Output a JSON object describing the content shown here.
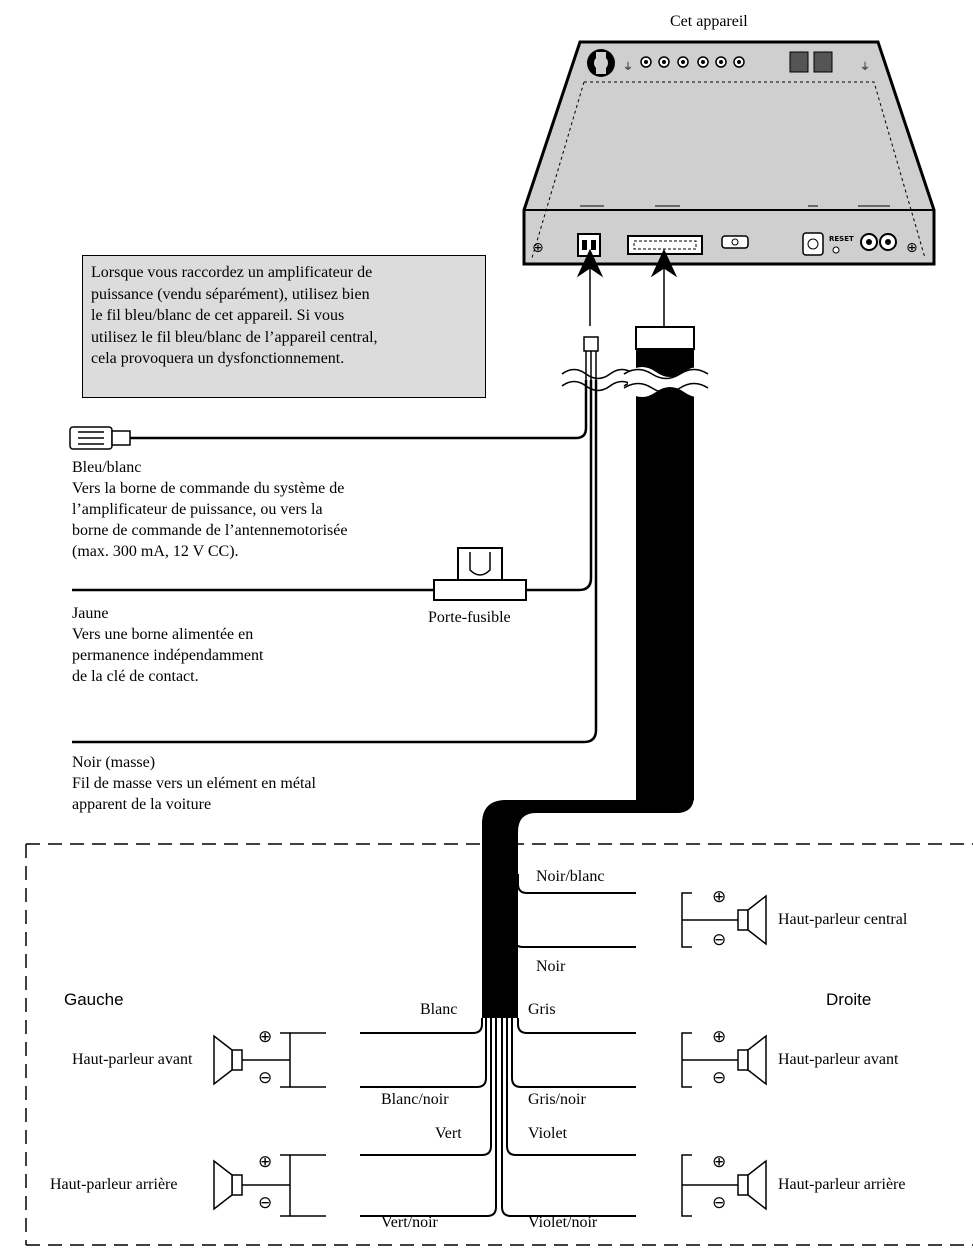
{
  "header": {
    "device_label": "Cet appareil"
  },
  "note": {
    "lines": [
      "Lorsque vous raccordez un amplificateur de",
      "puissance (vendu séparément), utilisez bien",
      "le fil bleu/blanc de cet appareil. Si vous",
      "utilisez le fil bleu/blanc de l’appareil central,",
      "cela provoquera un dysfonctionnement."
    ]
  },
  "device": {
    "reset_label": "RESET"
  },
  "wires": {
    "blue_white": {
      "title": "Bleu/blanc",
      "lines": [
        "Vers la borne de commande du système de",
        "l’amplificateur de puissance, ou vers la",
        "borne de commande de l’antennemotorisée",
        "(max. 300 mA, 12 V CC)."
      ]
    },
    "fuse_holder": "Porte-fusible",
    "yellow": {
      "title": "Jaune",
      "lines": [
        "Vers une borne alimentée en",
        "permanence indépendamment",
        "de la clé de contact."
      ]
    },
    "black": {
      "title": "Noir (masse)",
      "lines": [
        "Fil de masse vers un elément en métal",
        "apparent de la voiture"
      ]
    }
  },
  "speakers": {
    "side_left": "Gauche",
    "side_right": "Droite",
    "wire_colors": {
      "black_white": "Noir/blanc",
      "black": "Noir",
      "white": "Blanc",
      "white_black": "Blanc/noir",
      "gray": "Gris",
      "gray_black": "Gris/noir",
      "green": "Vert",
      "green_black": "Vert/noir",
      "violet": "Violet",
      "violet_black": "Violet/noir"
    },
    "labels": {
      "center": "Haut-parleur central",
      "front_left": "Haut-parleur avant",
      "front_right": "Haut-parleur avant",
      "rear_left": "Haut-parleur arrière",
      "rear_right": "Haut-parleur arrière"
    },
    "plus": "⊕",
    "minus": "⊖"
  },
  "colors": {
    "note_bg": "#dcdcdc",
    "device_bg": "#cfcfcf",
    "harness": "#000000"
  }
}
